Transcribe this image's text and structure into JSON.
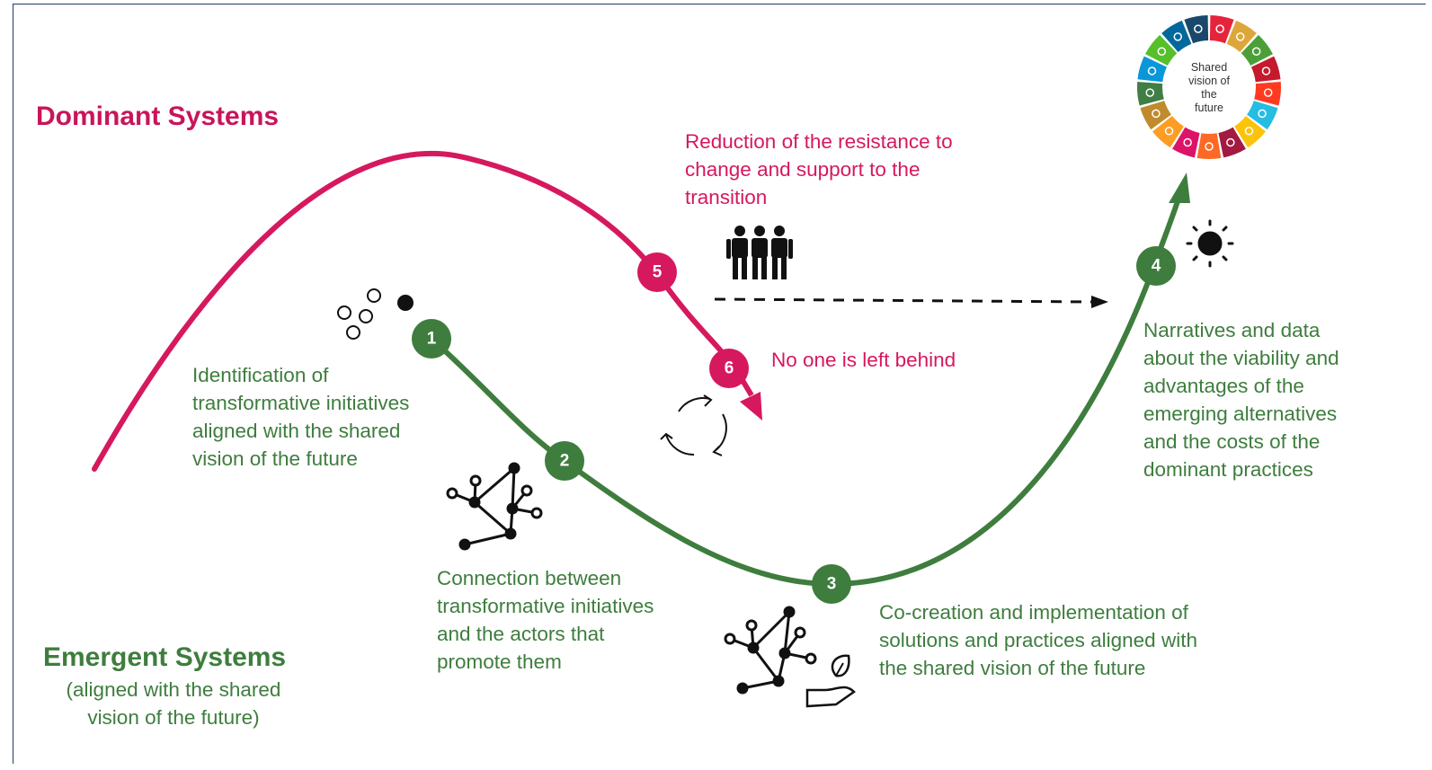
{
  "dominant_title": "Dominant Systems",
  "emergent_title": "Emergent Systems",
  "emergent_subtitle": "(aligned with the shared\nvision of the future)",
  "steps": [
    {
      "number": "1",
      "text": "Identification of\ntransformative initiatives\naligned with the shared\nvision of the future"
    },
    {
      "number": "2",
      "text": "Connection between\ntransformative initiatives\nand the actors that\npromote them"
    },
    {
      "number": "3",
      "text": "Co-creation and implementation of\nsolutions and practices aligned with\nthe shared vision of the future"
    },
    {
      "number": "4",
      "text": "Narratives and data\nabout the viability and\nadvantages of the\nemerging alternatives\nand the costs of the\ndominant practices"
    },
    {
      "number": "5",
      "text": "Reduction of the resistance to\nchange and support to the\ntransition"
    },
    {
      "number": "6",
      "text": "No one is left behind"
    }
  ],
  "sdg_wheel": {
    "center_label_lines": [
      "Shared",
      "vision of",
      "the",
      "future"
    ],
    "colors": [
      "#e5243b",
      "#dda63a",
      "#4c9f38",
      "#c5192d",
      "#ff3a21",
      "#26bde2",
      "#fcc30b",
      "#a21942",
      "#fd6925",
      "#dd1367",
      "#fd9d24",
      "#bf8b2e",
      "#3f7e44",
      "#0a97d9",
      "#56c02b",
      "#00689d",
      "#19486a"
    ]
  },
  "colors": {
    "dominant": "#d6185f",
    "emergent": "#3e7d3e"
  },
  "icons": [
    "circles-icon",
    "network-icon",
    "network-hand-leaf-icon",
    "people-icon",
    "sun-icon",
    "cycle-arrows-icon",
    "dashed-arrow-icon"
  ]
}
